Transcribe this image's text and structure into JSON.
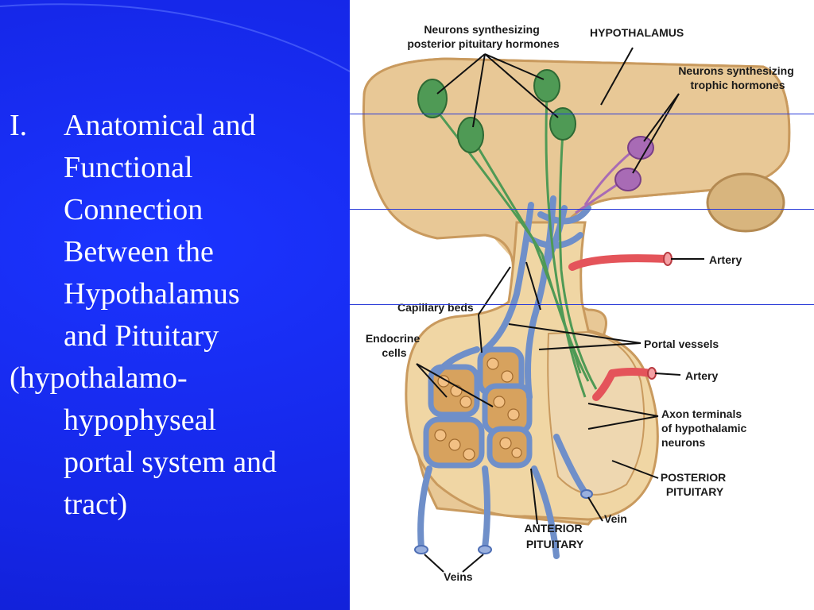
{
  "slide": {
    "heading_number": "I.",
    "heading_lines": [
      "Anatomical and",
      "Functional",
      "Connection",
      "Between the",
      "Hypothalamus",
      "and Pituitary"
    ],
    "subtitle_lines": [
      "(hypothalamo-",
      "hypophyseal",
      "portal system and",
      "tract)"
    ]
  },
  "diagram": {
    "labels": {
      "neurons_posterior": [
        "Neurons synthesizing",
        "posterior pituitary hormones"
      ],
      "hypothalamus": "HYPOTHALAMUS",
      "neurons_trophic": [
        "Neurons synthesizing",
        "trophic hormones"
      ],
      "artery_top": "Artery",
      "capillary_beds": "Capillary beds",
      "endocrine_cells": [
        "Endocrine",
        "cells"
      ],
      "portal_vessels": "Portal vessels",
      "artery_bottom": "Artery",
      "axon_terminals": [
        "Axon terminals",
        "of hypothalamic",
        "neurons"
      ],
      "posterior_pituitary": [
        "POSTERIOR",
        "PITUITARY"
      ],
      "vein": "Vein",
      "anterior_pituitary": [
        "ANTERIOR",
        "PITUITARY"
      ],
      "veins": "Veins"
    },
    "colors": {
      "tissue": "#e8c896",
      "tissue_dark": "#c99a5e",
      "vessel": "#6f8fc9",
      "artery": "#e4545a",
      "green_neuron": "#4f9a55",
      "purple_neuron": "#a86bb5"
    }
  }
}
